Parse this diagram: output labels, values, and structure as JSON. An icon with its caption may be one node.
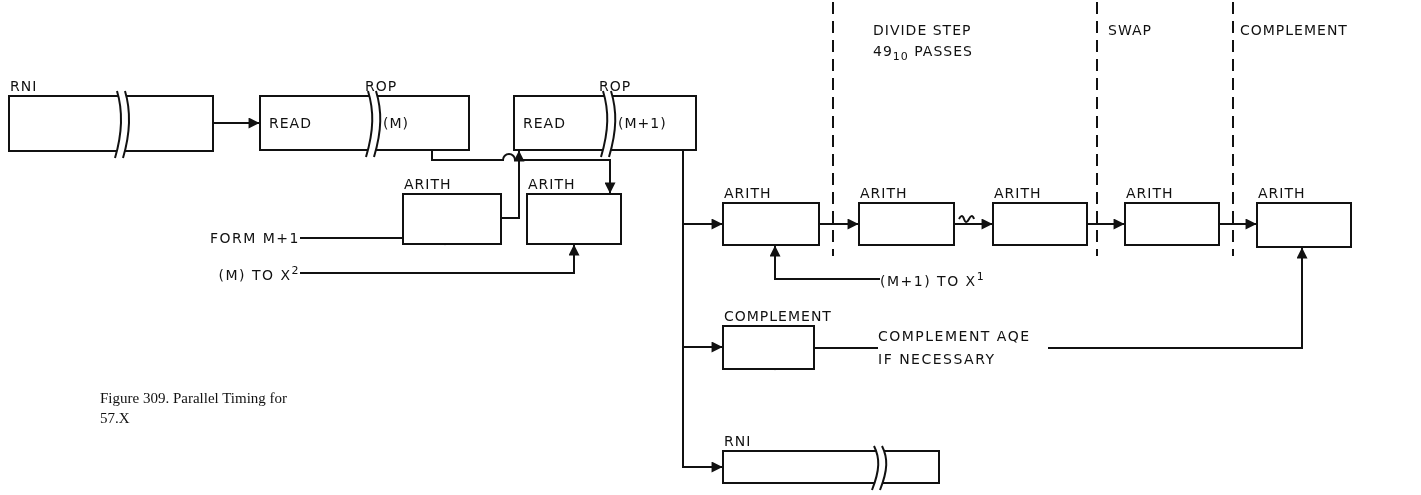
{
  "diagram": {
    "caption": "Figure 309. Parallel Timing for 57.X",
    "nodes": [
      {
        "text": [
          "RNI"
        ]
      },
      {
        "text": [
          "ROP",
          "READ",
          "(M)"
        ]
      },
      {
        "text": [
          "ROP",
          "READ",
          "(M+1)"
        ]
      },
      {
        "text": [
          "ARITH"
        ]
      },
      {
        "text": [
          "ARITH"
        ]
      },
      {
        "text": [
          "FORM M+1"
        ]
      },
      {
        "text": [
          "(M) TO X$^{2}$"
        ]
      },
      {
        "text": [
          "ARITH"
        ]
      },
      {
        "text": [
          "ARITH"
        ]
      },
      {
        "text": [
          "ARITH"
        ]
      },
      {
        "text": [
          "ARITH"
        ]
      },
      {
        "text": [
          "ARITH"
        ]
      },
      {
        "text": [
          "(M+1) TO X$^{1}$"
        ]
      },
      {
        "text": [
          "COMPLEMENT"
        ]
      },
      {
        "text": [
          "COMPLEMENT AQE IF NECESSARY"
        ]
      },
      {
        "text": [
          "RNI"
        ]
      }
    ],
    "edges": [
      {
        "from": 0,
        "to": 1,
        "arrow": "to"
      },
      {
        "from": 1,
        "to": 4,
        "arrow": "to"
      },
      {
        "from": 3,
        "to": 2,
        "arrow": "to"
      },
      {
        "from": 5,
        "to": 3,
        "arrow": "to"
      },
      {
        "from": 6,
        "to": 4,
        "arrow": "to"
      },
      {
        "from": 2,
        "to": 7,
        "arrow": "to"
      },
      {
        "from": 2,
        "to": 13,
        "arrow": "to"
      },
      {
        "from": 2,
        "to": 15,
        "arrow": "to"
      },
      {
        "from": 7,
        "to": 8,
        "arrow": "to"
      },
      {
        "from": 8,
        "to": 9,
        "arrow": "to"
      },
      {
        "from": 9,
        "to": 10,
        "arrow": "to"
      },
      {
        "from": 10,
        "to": 11,
        "arrow": "to"
      },
      {
        "from": 12,
        "to": 7,
        "arrow": "to"
      },
      {
        "from": 14,
        "to": 13,
        "arrow": "to"
      },
      {
        "from": 14,
        "to": 11,
        "arrow": "to"
      }
    ],
    "labels": [
      "DIVIDE STEP 49$_{10}$ PASSES",
      "SWAP",
      "COMPLEMENT"
    ]
  }
}
